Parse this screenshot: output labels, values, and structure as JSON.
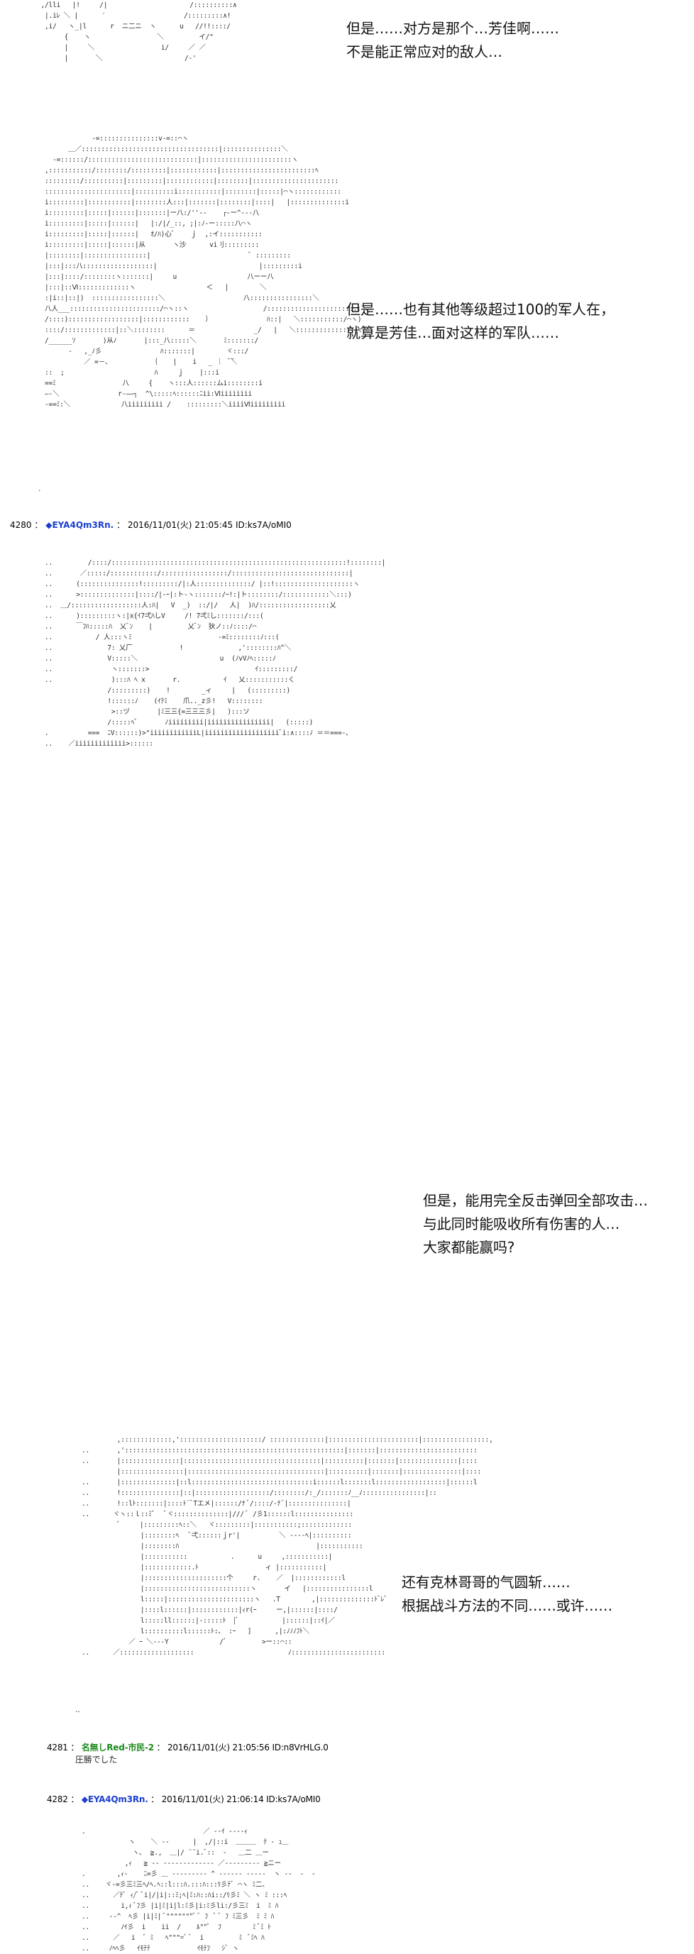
{
  "blocks": {
    "b1_text": [
      "但是……对方是那个…芳佳啊……",
      "不是能正常应对的敌人…"
    ],
    "b2_text": [
      "但是……也有其他等级超过100的军人在，",
      "就算是芳佳…面对这样的军队……"
    ],
    "b3_text": [
      "但是，能用完全反击弹回全部攻击…",
      "与此同时能吸收所有伤害的人…",
      "大家都能赢吗?"
    ],
    "b4_text": [
      "还有克林哥哥的气圆斩……",
      "根据战斗方法的不同……或许……"
    ]
  },
  "posts": [
    {
      "number": "4280",
      "sep": "：",
      "name": "◆EYA4Qm3Rn.",
      "sep2": "：",
      "datetime": "2016/11/01(火) 21:05:45",
      "id": "ID:ks7A/oMI0",
      "body": ""
    },
    {
      "number": "4281",
      "sep": "：",
      "name": "名無しRed-市民-2",
      "sep2": "：",
      "datetime": "2016/11/01(火) 21:05:56",
      "id": "ID:n8VrHLG.0",
      "body": "圧勝でした"
    },
    {
      "number": "4282",
      "sep": "：",
      "name": "◆EYA4Qm3Rn.",
      "sep2": "：",
      "datetime": "2016/11/01(火) 21:06:14",
      "id": "ID:ks7A/oMI0",
      "body": ""
    }
  ]
}
